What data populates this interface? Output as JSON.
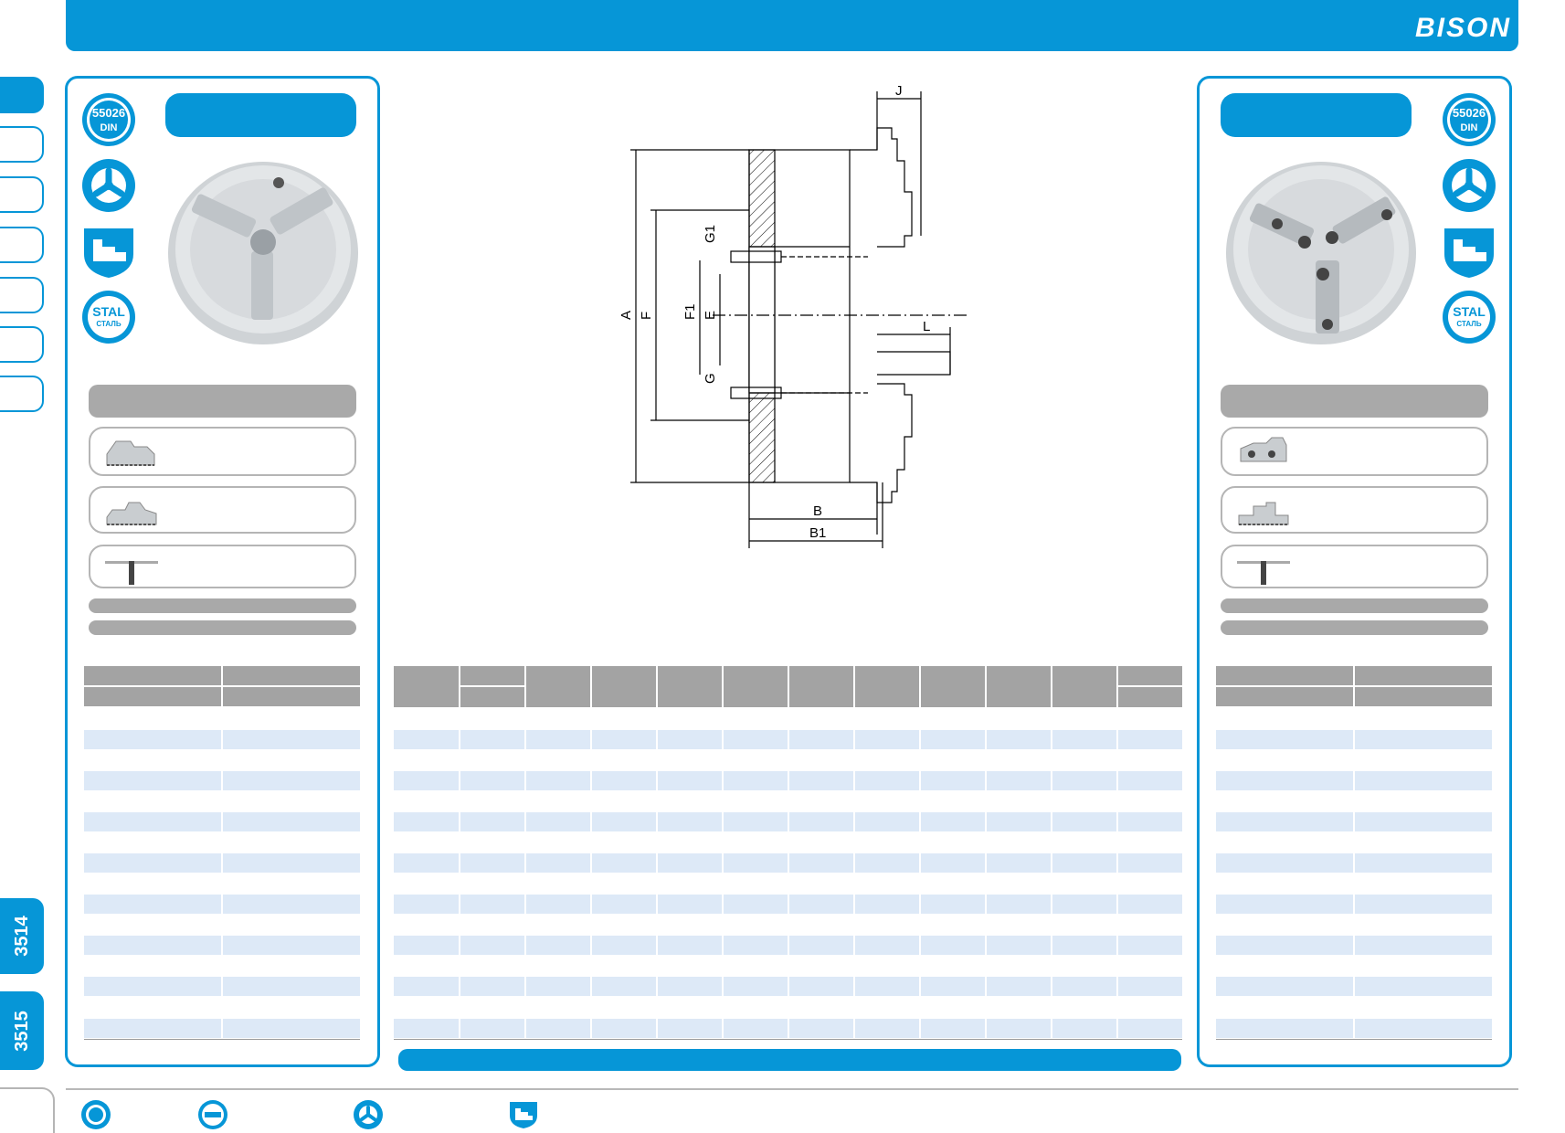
{
  "brand": {
    "logo": "BISON"
  },
  "side_tabs": {
    "tab_3514": "3514",
    "tab_3515": "3515"
  },
  "badges": {
    "din_number": "55026",
    "din_text": "DIN",
    "stal_text": "STAL",
    "stal_sub": "СТАЛЬ"
  },
  "drawing": {
    "labels": {
      "J": "J",
      "G1": "G1",
      "A": "A",
      "F": "F",
      "F1": "F1",
      "E": "E",
      "L": "L",
      "G": "G",
      "B": "B",
      "B1": "B1"
    }
  },
  "colors": {
    "accent": "#0696d7",
    "row_alt": "#dde9f7",
    "header_grey": "#a3a3a3"
  }
}
